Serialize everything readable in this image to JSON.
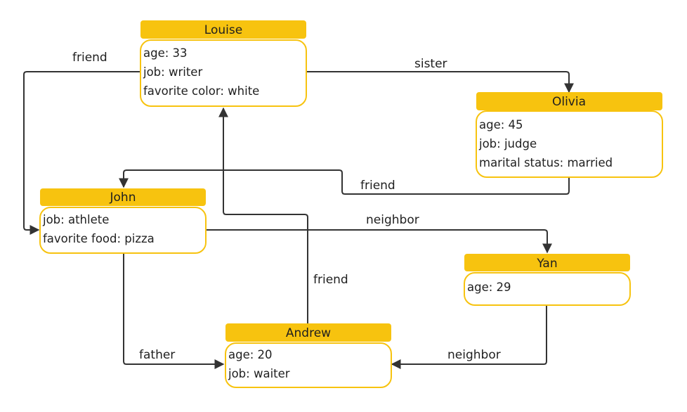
{
  "colors": {
    "accent": "#F7C30F",
    "line": "#333333",
    "text": "#1f1f1f"
  },
  "nodes": {
    "louise": {
      "name": "Louise",
      "attrs": [
        "age: 33",
        "job: writer",
        "favorite color: white"
      ]
    },
    "olivia": {
      "name": "Olivia",
      "attrs": [
        "age: 45",
        "job: judge",
        "marital status: married"
      ]
    },
    "john": {
      "name": "John",
      "attrs": [
        "job: athlete",
        "favorite food: pizza"
      ]
    },
    "yan": {
      "name": "Yan",
      "attrs": [
        "age: 29"
      ]
    },
    "andrew": {
      "name": "Andrew",
      "attrs": [
        "age: 20",
        "job: waiter"
      ]
    }
  },
  "edges": [
    {
      "id": "louise-john",
      "from": "Louise",
      "to": "John",
      "label": "friend"
    },
    {
      "id": "louise-olivia",
      "from": "Louise",
      "to": "Olivia",
      "label": "sister"
    },
    {
      "id": "olivia-john",
      "from": "Olivia",
      "to": "John",
      "label": "friend"
    },
    {
      "id": "john-yan",
      "from": "John",
      "to": "Yan",
      "label": "neighbor"
    },
    {
      "id": "andrew-louise",
      "from": "Andrew",
      "to": "Louise",
      "label": "friend"
    },
    {
      "id": "john-andrew",
      "from": "John",
      "to": "Andrew",
      "label": "father"
    },
    {
      "id": "yan-andrew",
      "from": "Yan",
      "to": "Andrew",
      "label": "neighbor"
    }
  ]
}
